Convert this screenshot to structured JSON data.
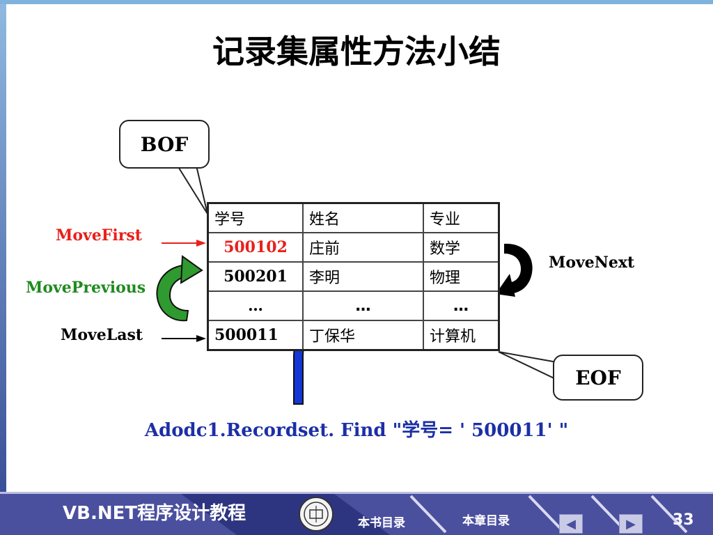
{
  "slide": {
    "title": "记录集属性方法小结",
    "bof_label": "BOF",
    "eof_label": "EOF",
    "table": {
      "headers": [
        "学号",
        "姓名",
        "专业"
      ],
      "rows": [
        [
          "500102",
          "庄前",
          "数学"
        ],
        [
          "500201",
          "李明",
          "物理"
        ],
        [
          "…",
          "…",
          "…"
        ],
        [
          "500011",
          "丁保华",
          "计算机"
        ]
      ]
    },
    "labels": {
      "move_first": "MoveFirst",
      "move_previous": "MovePrevious",
      "move_last": "MoveLast",
      "move_next": "MoveNext"
    },
    "code_line": "Adodc1.Recordset. Find \"学号= ' 500011' \""
  },
  "footer": {
    "brand": "VB.NET程序设计教程",
    "nav_book": "本书目录",
    "nav_chapter": "本章目录",
    "page_number": "33"
  },
  "colors": {
    "red": "#e8201b",
    "green": "#1f8a1f",
    "blue": "#1c2fa6",
    "footer": "#4a4f9e"
  },
  "icons": {
    "prev": "triangle-left-icon",
    "next": "triangle-right-icon"
  }
}
